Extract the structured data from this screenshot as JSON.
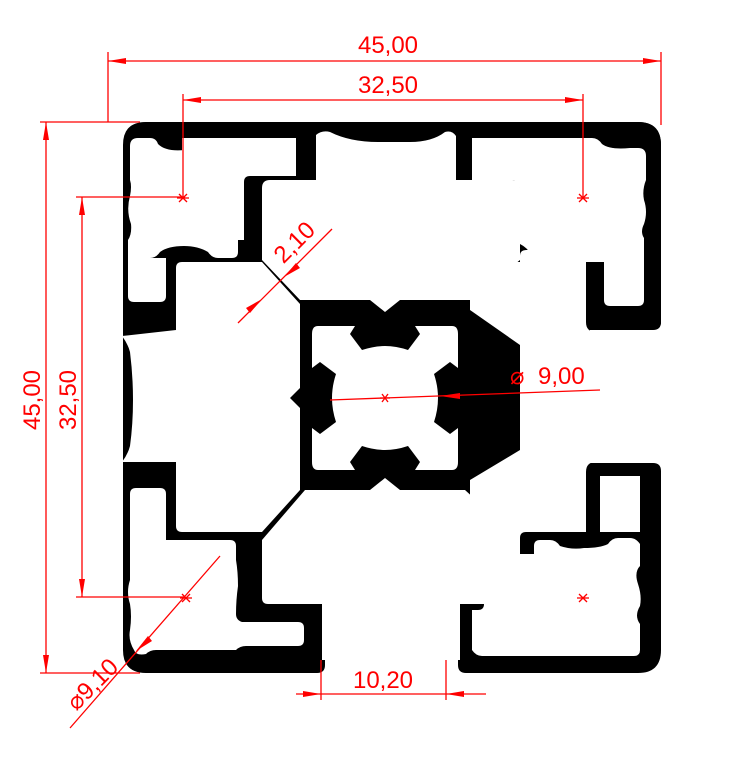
{
  "drawing": {
    "type": "aluminum extrusion profile cross-section",
    "colors": {
      "profile": "#000000",
      "dimension": "#ff0000",
      "background": "#ffffff"
    }
  },
  "dimensions": {
    "overall_width": "45,00",
    "slot_spacing_horizontal": "32,50",
    "overall_height": "45,00",
    "slot_spacing_vertical": "32,50",
    "wall_thickness": "2,10",
    "center_bore": "9,00",
    "center_bore_symbol": "⌀",
    "corner_bore": "9,10",
    "corner_bore_symbol": "⌀",
    "slot_opening": "10,20"
  }
}
